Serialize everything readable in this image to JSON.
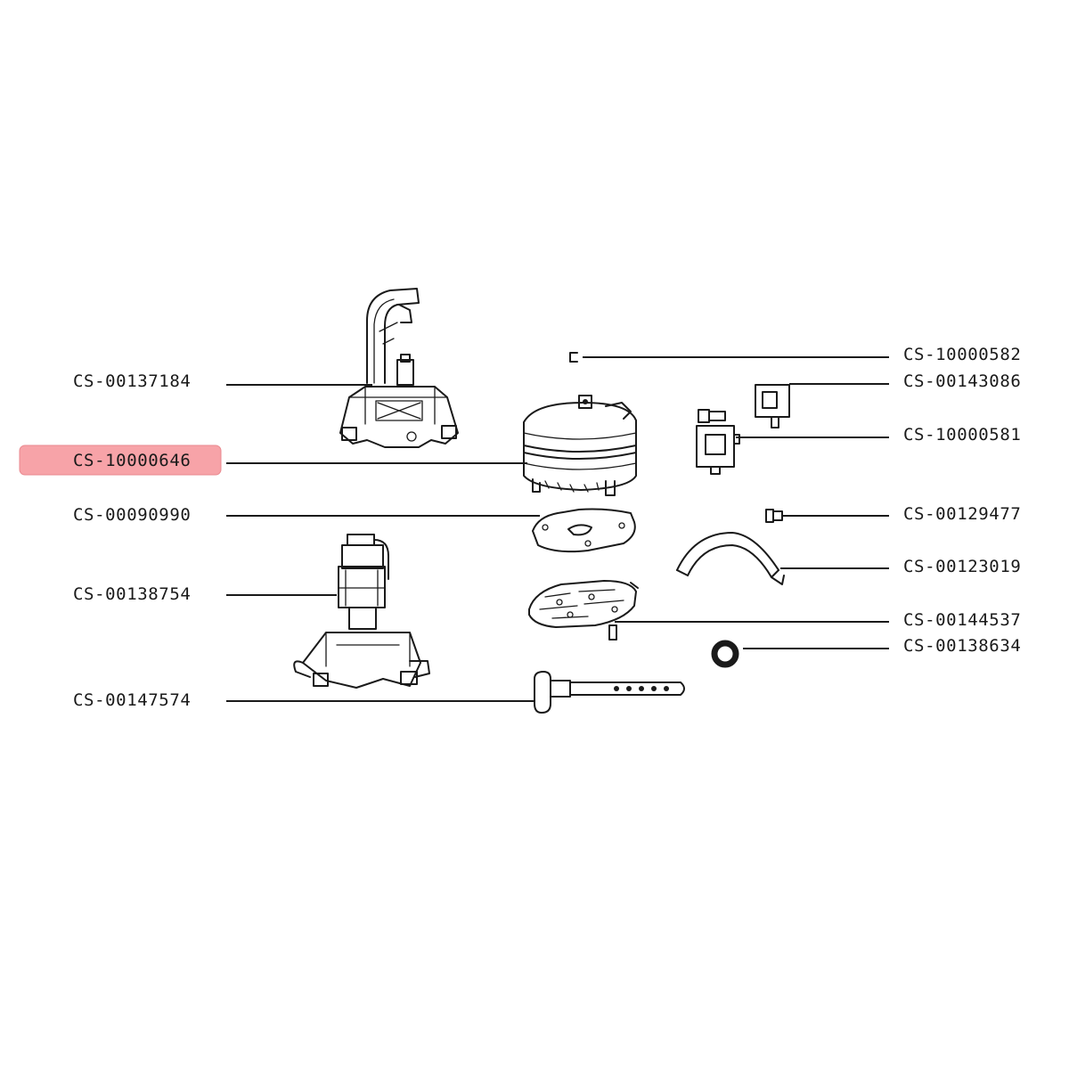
{
  "diagram": {
    "highlight_color": "#f7a3a8",
    "highlighted_part": "CS-10000646",
    "parts_left": [
      {
        "code": "CS-00137184",
        "component": "top-assembly"
      },
      {
        "code": "CS-10000646",
        "component": "boiler"
      },
      {
        "code": "CS-00090990",
        "component": "gasket"
      },
      {
        "code": "CS-00138754",
        "component": "pump-assembly"
      },
      {
        "code": "CS-00147574",
        "component": "heating-probe"
      }
    ],
    "parts_right": [
      {
        "code": "CS-10000582",
        "component": "clip"
      },
      {
        "code": "CS-00143086",
        "component": "valve-coil"
      },
      {
        "code": "CS-10000581",
        "component": "solenoid-valve"
      },
      {
        "code": "CS-00129477",
        "component": "connector"
      },
      {
        "code": "CS-00123019",
        "component": "hose"
      },
      {
        "code": "CS-00144537",
        "component": "base-plate"
      },
      {
        "code": "CS-00138634",
        "component": "o-ring"
      }
    ]
  }
}
